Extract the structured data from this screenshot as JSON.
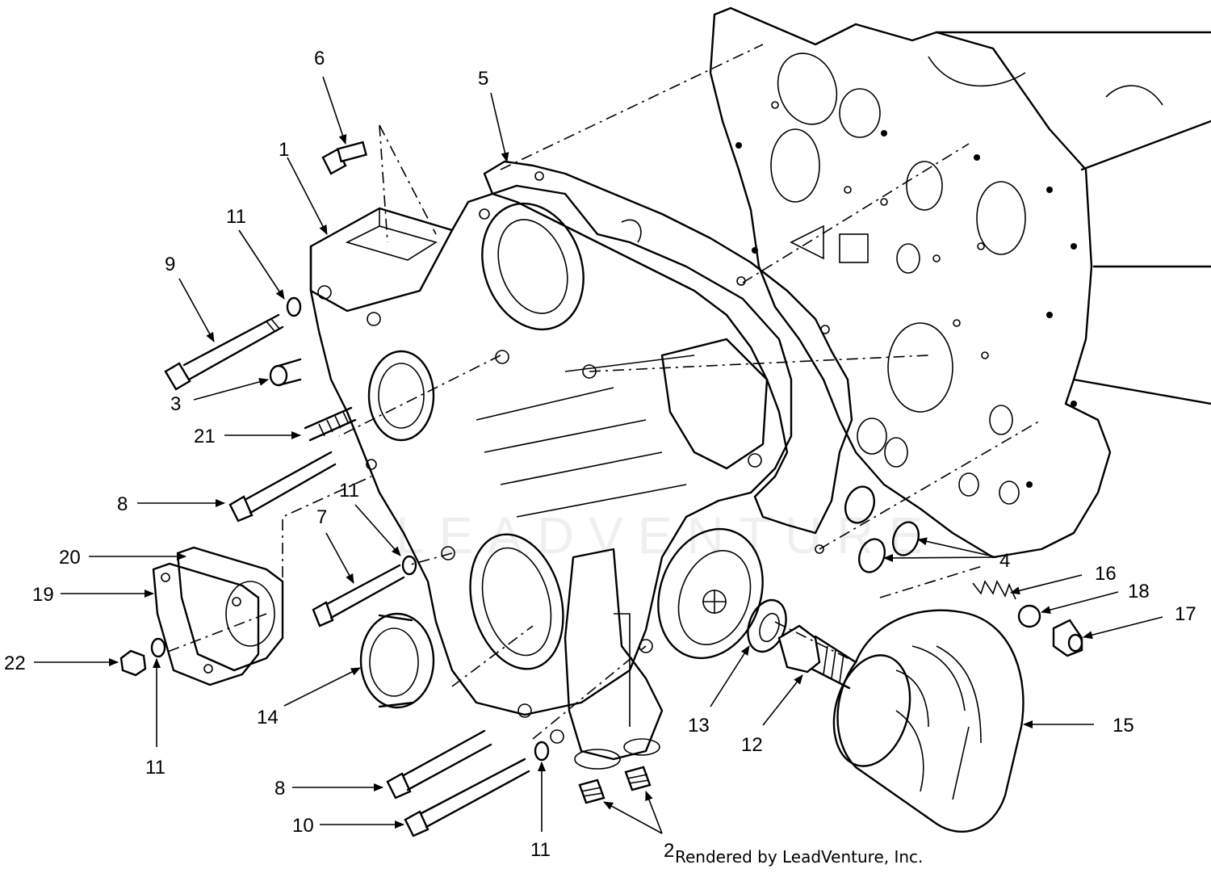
{
  "callouts": [
    {
      "id": "c1",
      "text": "1"
    },
    {
      "id": "c2",
      "text": "2"
    },
    {
      "id": "c3",
      "text": "3"
    },
    {
      "id": "c4",
      "text": "4"
    },
    {
      "id": "c5",
      "text": "5"
    },
    {
      "id": "c6",
      "text": "6"
    },
    {
      "id": "c7",
      "text": "7"
    },
    {
      "id": "c8a",
      "text": "8"
    },
    {
      "id": "c8b",
      "text": "8"
    },
    {
      "id": "c9",
      "text": "9"
    },
    {
      "id": "c10",
      "text": "10"
    },
    {
      "id": "c11a",
      "text": "11"
    },
    {
      "id": "c11b",
      "text": "11"
    },
    {
      "id": "c11c",
      "text": "11"
    },
    {
      "id": "c11d",
      "text": "11"
    },
    {
      "id": "c12",
      "text": "12"
    },
    {
      "id": "c13",
      "text": "13"
    },
    {
      "id": "c14",
      "text": "14"
    },
    {
      "id": "c15",
      "text": "15"
    },
    {
      "id": "c16",
      "text": "16"
    },
    {
      "id": "c17",
      "text": "17"
    },
    {
      "id": "c18",
      "text": "18"
    },
    {
      "id": "c19",
      "text": "19"
    },
    {
      "id": "c20",
      "text": "20"
    },
    {
      "id": "c21",
      "text": "21"
    },
    {
      "id": "c22",
      "text": "22"
    }
  ],
  "watermark": "LEADVENTURE",
  "credit": "Rendered by LeadVenture, Inc."
}
